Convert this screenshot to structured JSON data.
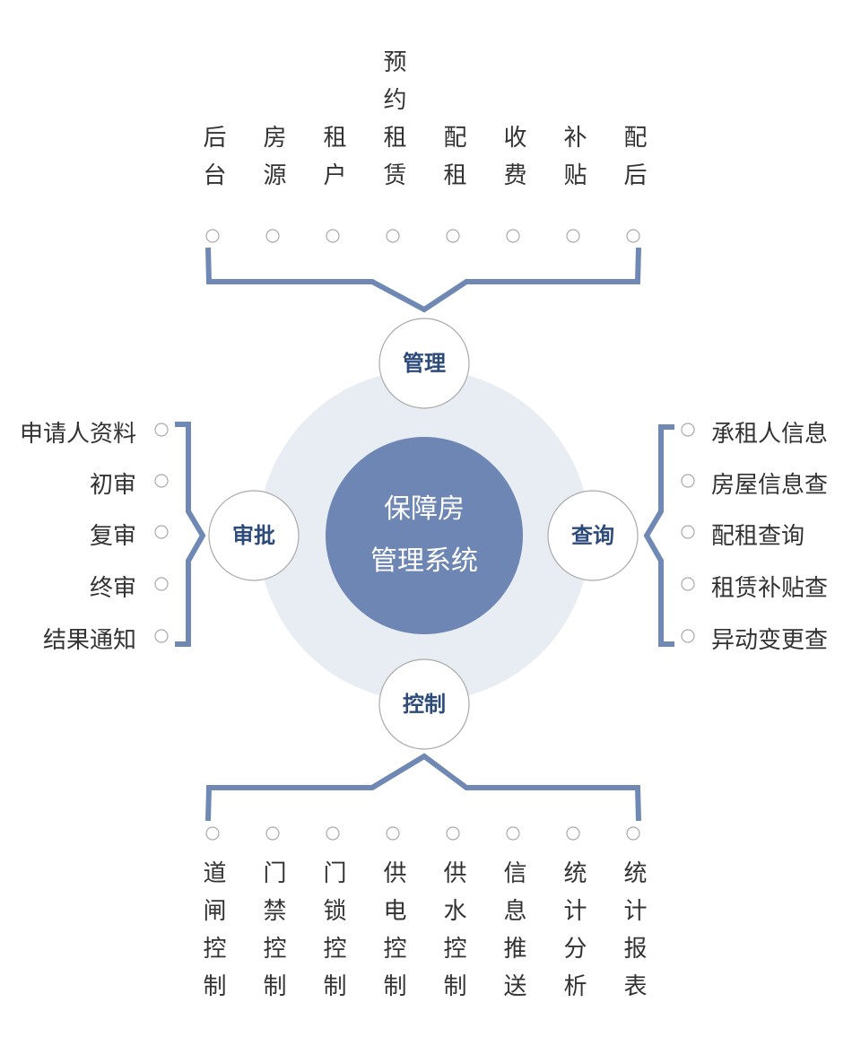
{
  "center": {
    "line1": "保障房",
    "line2": "管理系统"
  },
  "nodes": {
    "top": "管理",
    "left": "审批",
    "right": "查询",
    "bottom": "控制"
  },
  "top_items": [
    "后台",
    "房源",
    "租户",
    "预约租赁",
    "配租",
    "收费",
    "补贴",
    "配后"
  ],
  "left_items": [
    "申请人资料",
    "初审",
    "复审",
    "终审",
    "结果通知"
  ],
  "right_items": [
    "承租人信息",
    "房屋信息查",
    "配租查询",
    "租赁补贴查",
    "异动变更查"
  ],
  "bottom_items": [
    "道闸控制",
    "门禁控制",
    "门锁控制",
    "供电控制",
    "供水控制",
    "信息推送",
    "统计分析",
    "统计报表"
  ],
  "colors": {
    "bracket": "#7088b4",
    "inner_circle": "#6e86b3",
    "outer_circle": "#e8ecf3",
    "node_text": "#2c4a7a"
  }
}
